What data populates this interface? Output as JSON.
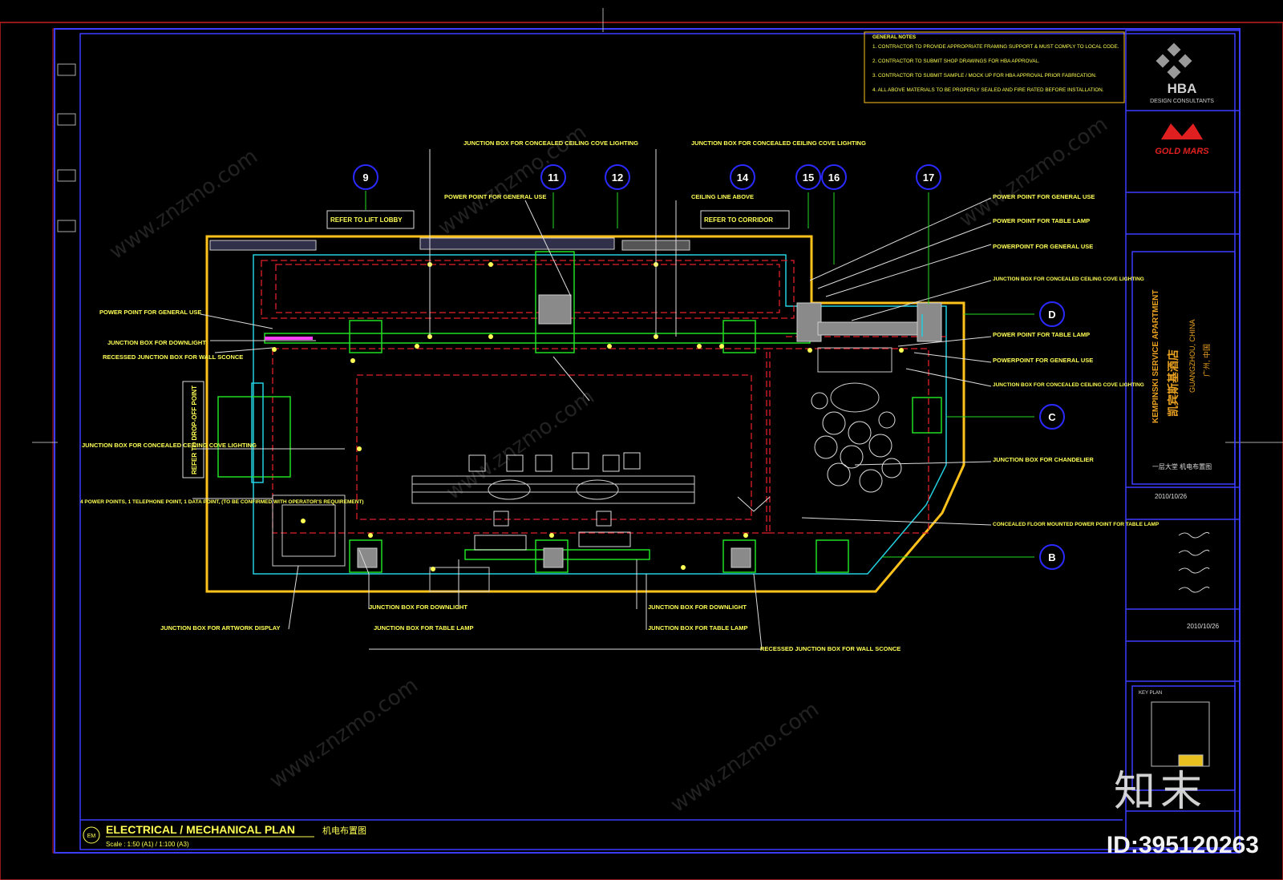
{
  "sheet": {
    "title": "ELECTRICAL / MECHANICAL PLAN",
    "title_cn": "机电布置图",
    "scale": "Scale : 1:50 (A1) / 1:100 (A3)",
    "drawing_no": "EM"
  },
  "grid_markers": [
    "9",
    "11",
    "12",
    "14",
    "15",
    "16",
    "17"
  ],
  "row_markers": [
    "D",
    "C",
    "B"
  ],
  "refer_notes": {
    "lift_lobby": "REFER TO LIFT LOBBY",
    "corridor": "REFER TO CORRIDOR",
    "drop_off": "REFER TO DROP-OFF POINT",
    "ceiling_line": "CEILING LINE ABOVE"
  },
  "callouts": {
    "top_jb_cove_1": "JUNCTION BOX FOR CONCEALED CEILING COVE LIGHTING",
    "top_jb_cove_2": "JUNCTION BOX FOR CONCEALED CEILING COVE LIGHTING",
    "power_general_top": "POWER POINT FOR GENERAL USE",
    "left_power_general": "POWER POINT FOR GENERAL USE",
    "left_jb_downlight": "JUNCTION BOX FOR DOWNLIGHT",
    "left_recessed_jb": "RECESSED JUNCTION BOX FOR WALL SCONCE",
    "left_jb_cove": "JUNCTION BOX FOR CONCEALED CEILING COVE LIGHTING",
    "left_power_4": "4 POWER POINTS, 1 TELEPHONE POINT, 1 DATA POINT, (TO BE CONFIRMED WITH OPERATOR'S REQUIREMENT)",
    "right_power_1": "POWER POINT FOR GENERAL USE",
    "right_power_2": "POWER POINT FOR TABLE LAMP",
    "right_power_3": "POWERPOINT FOR GENERAL USE",
    "right_jb_cove_1": "JUNCTION BOX FOR CONCEALED CEILING COVE LIGHTING",
    "right_power_4": "POWER POINT FOR TABLE LAMP",
    "right_power_5": "POWERPOINT FOR GENERAL USE",
    "right_jb_cove_2": "JUNCTION BOX FOR CONCEALED CEILING COVE LIGHTING",
    "right_jb_chandelier": "JUNCTION BOX FOR CHANDELIER",
    "right_floor_power": "CONCEALED FLOOR MOUNTED POWER POINT FOR TABLE LAMP",
    "bottom_jb_artwork": "JUNCTION BOX FOR ARTWORK DISPLAY",
    "bottom_jb_downlight_1": "JUNCTION BOX FOR DOWNLIGHT",
    "bottom_jb_table_lamp_1": "JUNCTION BOX FOR TABLE LAMP",
    "bottom_jb_downlight_2": "JUNCTION BOX FOR DOWNLIGHT",
    "bottom_jb_table_lamp_2": "JUNCTION BOX FOR TABLE LAMP",
    "bottom_recessed_jb": "RECESSED JUNCTION BOX FOR WALL SCONCE"
  },
  "general_notes": {
    "heading": "GENERAL NOTES",
    "line1": "1. CONTRACTOR TO PROVIDE APPROPRIATE FRAMING SUPPORT & MUST COMPLY TO LOCAL CODE.",
    "line2": "2. CONTRACTOR TO SUBMIT SHOP DRAWINGS FOR HBA APPROVAL.",
    "line3": "3. CONTRACTOR TO SUBMIT SAMPLE / MOCK UP FOR HBA APPROVAL PRIOR FABRICATION.",
    "line4": "4. ALL ABOVE MATERIALS TO BE PROPERLY SEALED AND FIRE RATED BEFORE INSTALLATION."
  },
  "title_block": {
    "firm": "HBA",
    "firm_sub": "DESIGN CONSULTANTS",
    "client_logo": "GOLD MARS",
    "project_en": "KEMPINSKI SERVICE APARTMENT",
    "project_cn": "凯宾斯基酒店",
    "location_en": "GUANGZHOU, CHINA",
    "location_cn": "广州, 中国",
    "drawing_cn": "一层大堂 机电布置图",
    "date": "2010/10/26",
    "key_plan": "KEY PLAN"
  },
  "watermark": {
    "site": "www.znzmo.com",
    "brand": "知末",
    "image_id": "ID:395120263"
  },
  "colors": {
    "frame": "#3c3cff",
    "wall_outline": "#ffc21a",
    "text": "#ffff55",
    "marker": "#2a2aff",
    "green": "#22dd22",
    "red_dash": "#e0202a",
    "cyan": "#22cfe0",
    "magenta": "#ff40ff",
    "white": "#ffffff"
  }
}
